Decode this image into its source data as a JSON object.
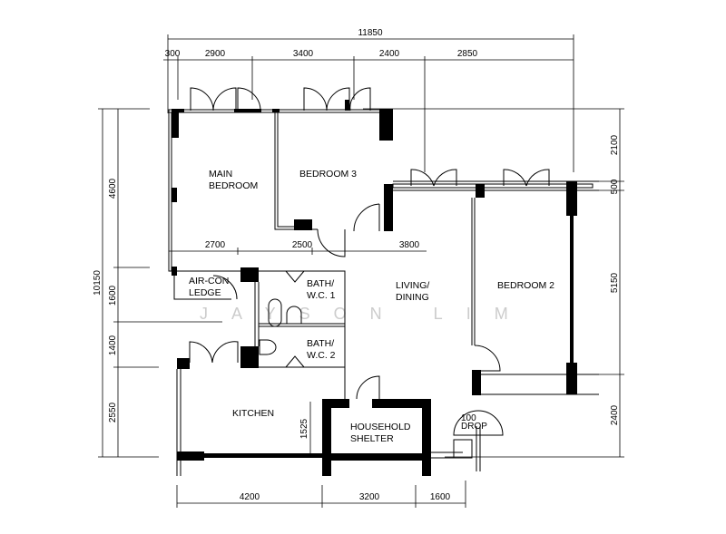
{
  "rooms": {
    "main_bedroom_1": "MAIN",
    "main_bedroom_2": "BEDROOM",
    "bedroom3": "BEDROOM  3",
    "bedroom2": "BEDROOM  2",
    "living_1": "LIVING/",
    "living_2": "DINING",
    "aircon_1": "AIR-CON",
    "aircon_2": "LEDGE",
    "bath1_1": "BATH/",
    "bath1_2": "W.C.  1",
    "bath2_1": "BATH/",
    "bath2_2": "W.C.  2",
    "kitchen": "KITCHEN",
    "shelter_1": "HOUSEHOLD",
    "shelter_2": "SHELTER",
    "drop_1": "100",
    "drop_2": "DROP"
  },
  "dimensions": {
    "top_total": "11850",
    "top": [
      "300",
      "2900",
      "3400",
      "2400",
      "2850"
    ],
    "left_total": "10150",
    "left": [
      "4600",
      "1600",
      "1400",
      "2550"
    ],
    "right": [
      "2100",
      "500",
      "5150",
      "2400"
    ],
    "bottom": [
      "4200",
      "3200",
      "1600"
    ],
    "inner": [
      "2700",
      "2500",
      "3800"
    ],
    "kitchen_depth": "1525"
  },
  "watermark": "JAYSON LIM"
}
